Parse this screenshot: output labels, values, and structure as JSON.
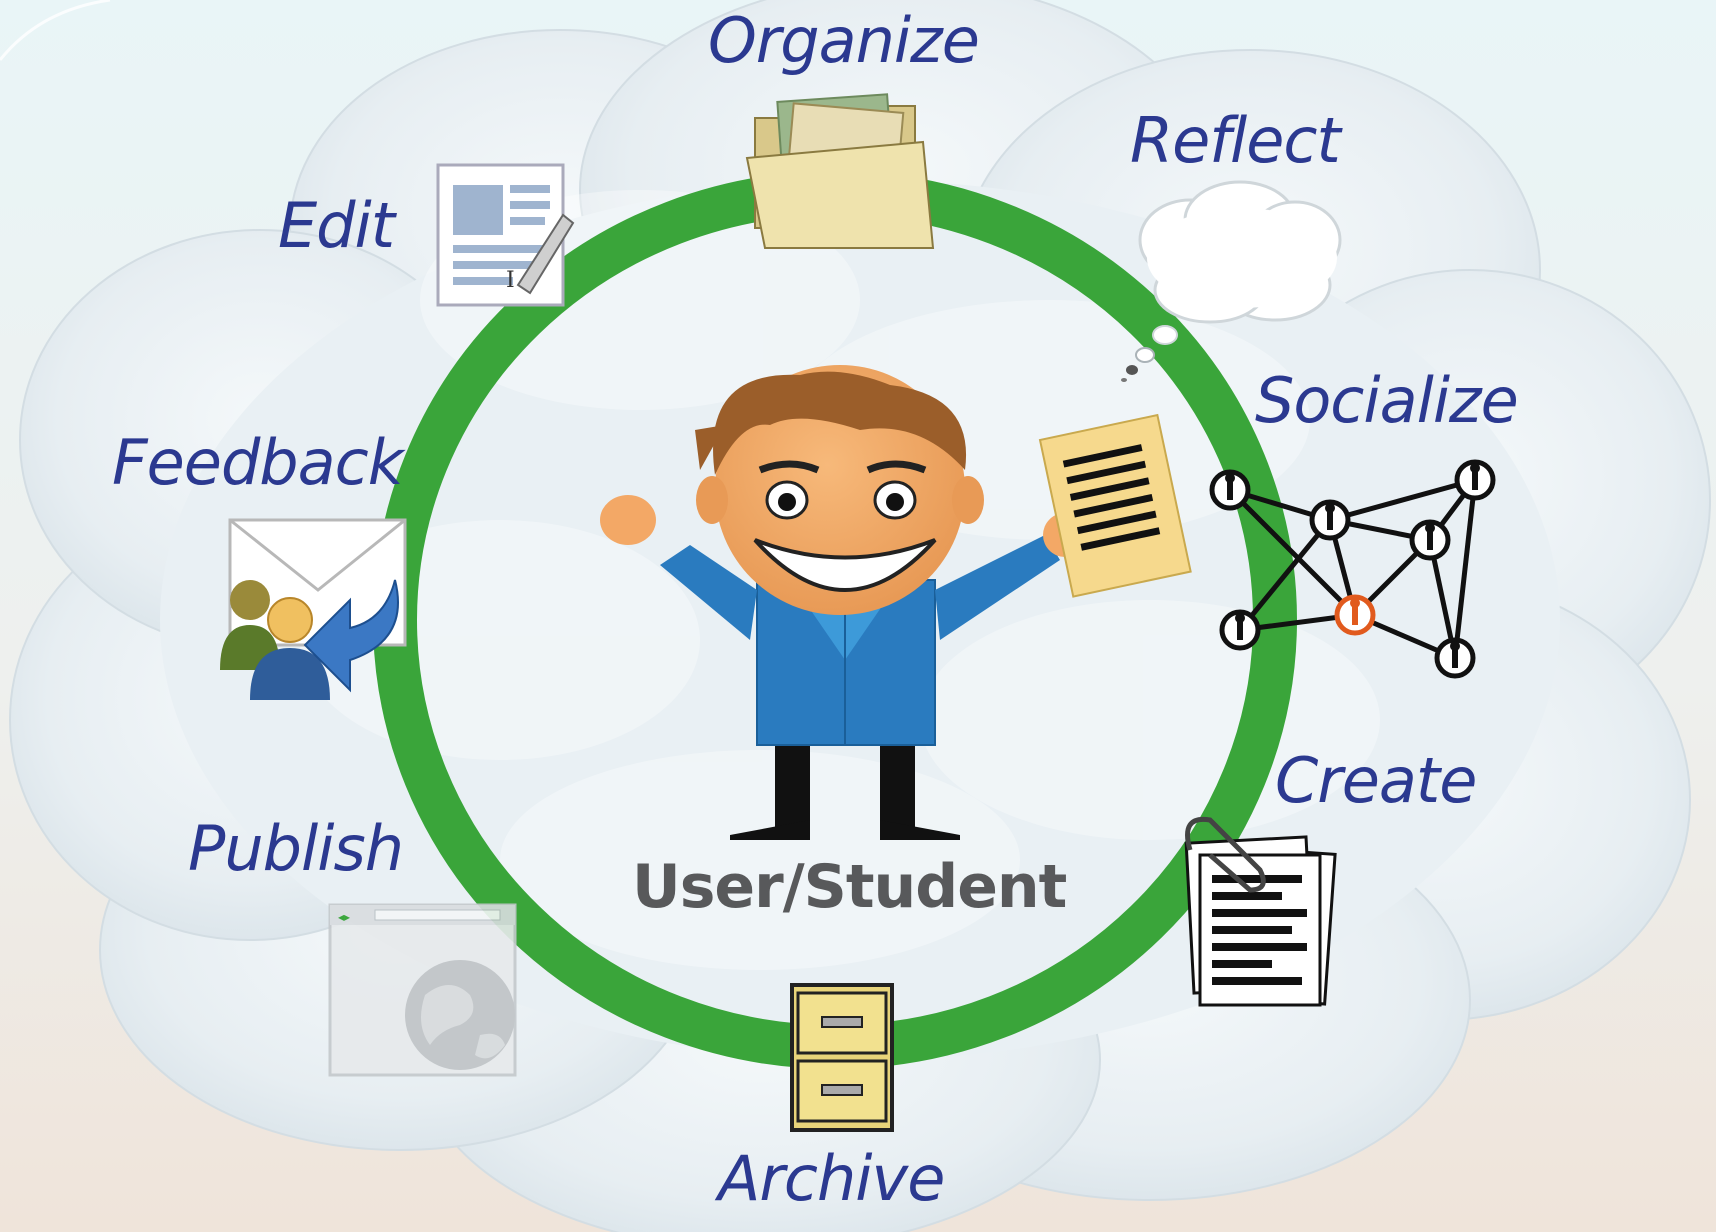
{
  "center": {
    "label": "User/Student"
  },
  "cycle": {
    "steps": [
      {
        "label": "Organize",
        "icon": "folder-icon"
      },
      {
        "label": "Reflect",
        "icon": "thought-cloud-icon"
      },
      {
        "label": "Socialize",
        "icon": "social-network-icon"
      },
      {
        "label": "Create",
        "icon": "clipped-documents-icon"
      },
      {
        "label": "Archive",
        "icon": "filing-cabinet-icon"
      },
      {
        "label": "Publish",
        "icon": "web-browser-globe-icon"
      },
      {
        "label": "Feedback",
        "icon": "mail-reply-users-icon"
      },
      {
        "label": "Edit",
        "icon": "edit-document-icon"
      }
    ]
  },
  "colors": {
    "ring": "#3aa53a",
    "label_text": "#2b3990",
    "center_text": "#58595b",
    "cloud": "#e6f0f5",
    "background": "#eef3f4"
  }
}
